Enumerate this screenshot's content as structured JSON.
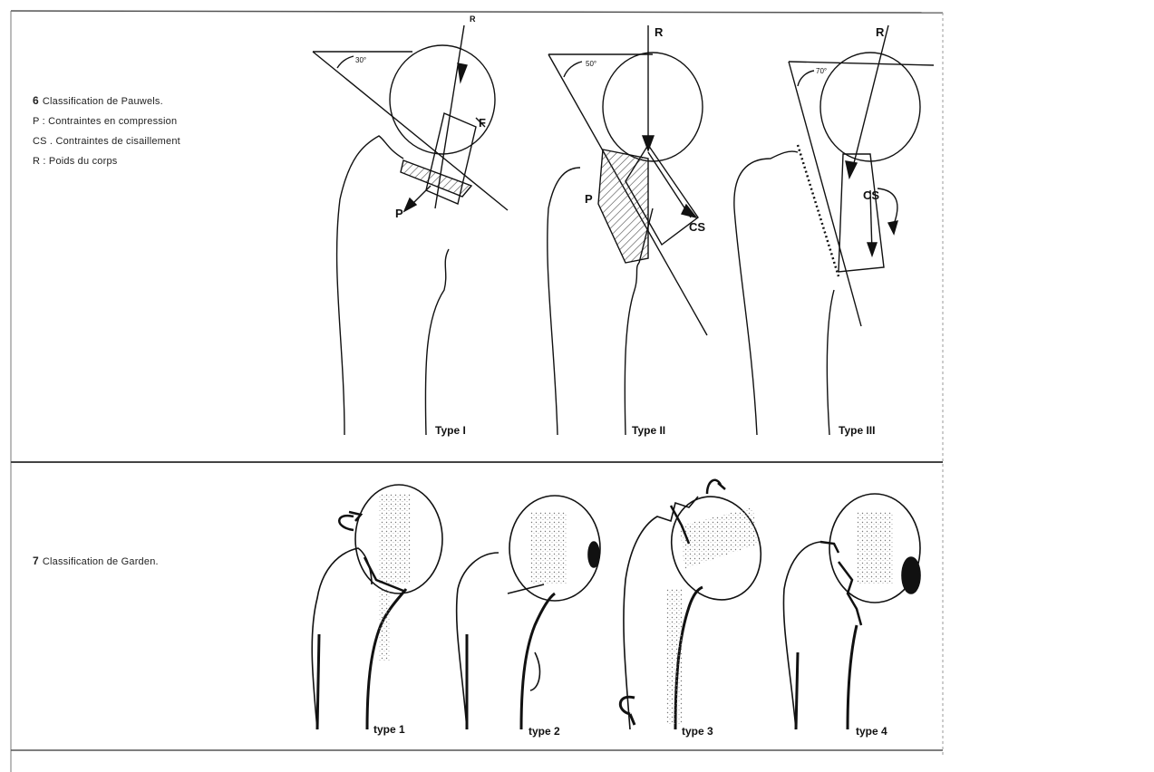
{
  "pauwels": {
    "number": "6",
    "title": "Classification de Pauwels.",
    "legend": [
      "P : Contraintes en compression",
      "CS . Contraintes de cisaillement",
      "R : Poids du corps"
    ],
    "types": [
      "Type I",
      "Type II",
      "Type III"
    ],
    "angles": [
      "30°",
      "50°",
      "70°"
    ],
    "forces": {
      "R": "R",
      "F": "F",
      "P": "P",
      "CS": "CS"
    }
  },
  "garden": {
    "number": "7",
    "title": "Classification de Garden.",
    "types": [
      "type 1",
      "type 2",
      "type 3",
      "type 4"
    ]
  },
  "colors": {
    "line": "#111111",
    "hatch": "#444444",
    "frame": "#555555"
  }
}
